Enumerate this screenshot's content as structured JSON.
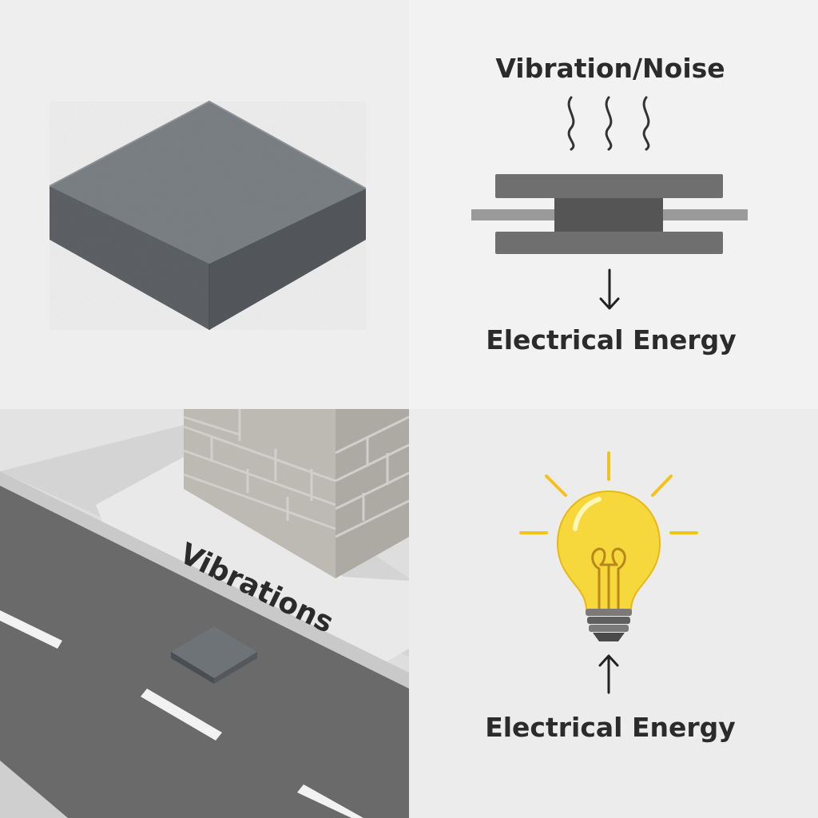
{
  "panels": {
    "transducer": {
      "top_label": "Vibration/Noise",
      "bottom_label": "Electrical Energy"
    },
    "road": {
      "label": "Vibrations"
    },
    "bulb": {
      "bottom_label": "Electrical Energy"
    }
  },
  "colors": {
    "slab": "#6f7478",
    "road": "#6a6a6a",
    "bulb": "#f7d83c",
    "bulb_rays": "#f3c21b",
    "text": "#2b2b2b"
  },
  "icons": [
    "concrete-slab-icon",
    "wave-icon",
    "piezo-stack-icon",
    "arrow-down-icon",
    "wall-icon",
    "road-plate-icon",
    "lightbulb-icon",
    "arrow-up-icon"
  ]
}
